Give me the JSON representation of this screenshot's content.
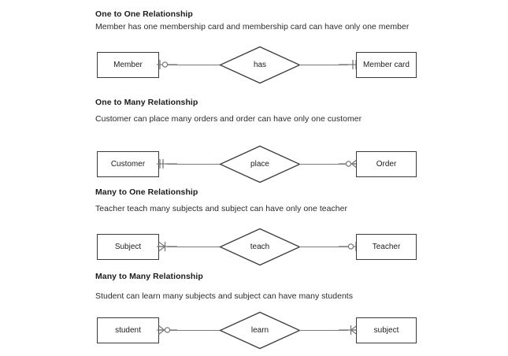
{
  "page": {
    "background": "#ffffff",
    "stroke_color": "#3a3a3a",
    "line_color": "#7a7a7a",
    "text_color": "#1c1c1c"
  },
  "sections": [
    {
      "heading": "One to One Relationship",
      "description": "Member has one membership card and membership card can have only one member",
      "left_entity": "Member",
      "relationship": "has",
      "right_entity": "Member card",
      "left_symbol": "one-optional",
      "right_symbol": "exactly-one",
      "left_symbol_name": "bar-circle-symbol",
      "right_symbol_name": "double-bar-symbol"
    },
    {
      "heading": "One to Many Relationship",
      "description": "Customer can place many orders and order can have only one customer",
      "left_entity": "Customer",
      "relationship": "place",
      "right_entity": "Order",
      "left_symbol": "exactly-one",
      "right_symbol": "zero-or-many",
      "left_symbol_name": "double-bar-symbol",
      "right_symbol_name": "circle-crowfoot-symbol"
    },
    {
      "heading": "Many to One Relationship",
      "description": "Teacher teach many subjects and subject can have only one teacher",
      "left_entity": "Subject",
      "relationship": "teach",
      "right_entity": "Teacher",
      "left_symbol": "one-or-many",
      "right_symbol": "zero-or-one",
      "left_symbol_name": "crowfoot-bar-symbol",
      "right_symbol_name": "circle-bar-symbol"
    },
    {
      "heading": "Many to Many Relationship",
      "description": "Student can learn many subjects and subject can have many students",
      "left_entity": "student",
      "relationship": "learn",
      "right_entity": "subject",
      "left_symbol": "zero-or-many",
      "right_symbol": "one-or-many",
      "left_symbol_name": "crowfoot-circle-symbol",
      "right_symbol_name": "bar-crowfoot-symbol"
    }
  ]
}
